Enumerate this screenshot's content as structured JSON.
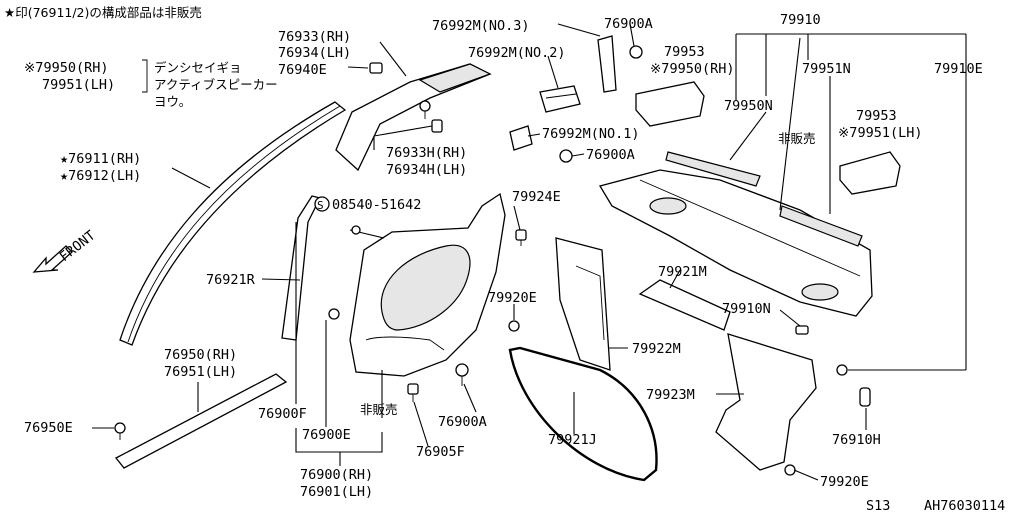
{
  "legend": {
    "note": "★印(76911/2)の構成部品は非販売",
    "speaker_codes_rh": "※79950(RH)",
    "speaker_codes_lh": "79951(LH)",
    "speaker_desc_1": "デンシセイギョ",
    "speaker_desc_2": "アクティブスピーカー",
    "speaker_desc_3": "ヨウ。"
  },
  "front_label": "FRONT",
  "labels": {
    "p76933_rh": "76933(RH)",
    "p76934_lh": "76934(LH)",
    "p76940e": "76940E",
    "p76992m_3": "76992M(NO.3)",
    "p76900a_top": "76900A",
    "p76992m_2": "76992M(NO.2)",
    "p76992m_1": "76992M(NO.1)",
    "p76900a_mid": "76900A",
    "p79910": "79910",
    "p79953_top": "79953",
    "p79950_rh": "※79950(RH)",
    "p79951n": "79951N",
    "p79910e": "79910E",
    "p79950n": "79950N",
    "not_sold_1": "非販売",
    "p79953_right": "79953",
    "p79951_lh": "※79951(LH)",
    "p76911_rh": "★76911(RH)",
    "p76912_lh": "★76912(LH)",
    "p76933h_rh": "76933H(RH)",
    "p76934h_lh": "76934H(LH)",
    "p08540": "08540-51642",
    "p79924e": "79924E",
    "p76921r": "76921R",
    "p79921m": "79921M",
    "p79910n": "79910N",
    "p79920e_mid": "79920E",
    "p79922m": "79922M",
    "p76950_rh": "76950(RH)",
    "p76951_lh": "76951(LH)",
    "p79923m": "79923M",
    "p76950e": "76950E",
    "p76900f": "76900F",
    "not_sold_2": "非販売",
    "p76900a_low": "76900A",
    "p76900e": "76900E",
    "p76905f": "76905F",
    "p79921j": "79921J",
    "p76910h": "76910H",
    "p76900_rh": "76900(RH)",
    "p76901_lh": "76901(LH)",
    "p79920e_low": "79920E",
    "section": "S13",
    "code": "AH76030114"
  }
}
